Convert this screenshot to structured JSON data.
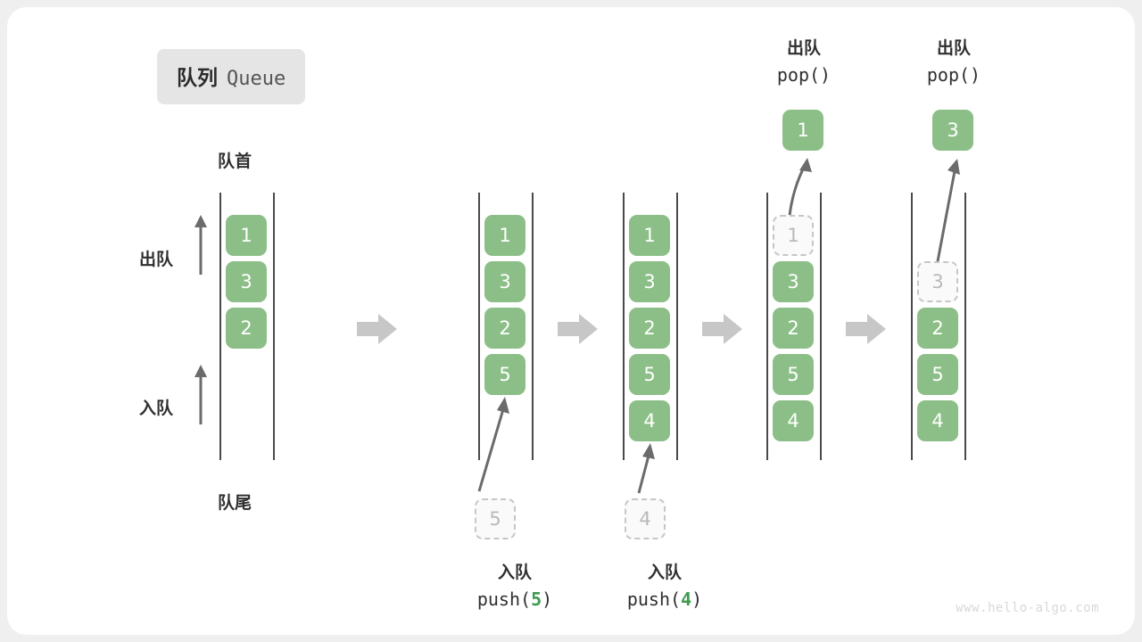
{
  "title": {
    "cn": "队列",
    "en": "Queue"
  },
  "labels": {
    "head": "队首",
    "tail": "队尾",
    "dequeue": "出队",
    "enqueue": "入队"
  },
  "colors": {
    "cell_fill": "#8cbf87",
    "cell_text": "#ffffff",
    "ghost_border": "#c6c6c6",
    "ghost_text": "#b9b9b9",
    "rail": "#4a4a4a",
    "arrow": "#6b6b6b",
    "step_arrow": "#c7c7c7",
    "badge_bg": "#e5e5e5",
    "accent_green": "#3e9a4e",
    "page_bg": "#efefef",
    "card_bg": "#ffffff"
  },
  "panels": [
    {
      "id": "panel-initial",
      "caption_cn": "",
      "caption_fn": "",
      "cells": [
        {
          "value": "1",
          "state": "solid"
        },
        {
          "value": "3",
          "state": "solid"
        },
        {
          "value": "2",
          "state": "solid"
        }
      ]
    },
    {
      "id": "panel-push-5",
      "caption_cn": "入队",
      "caption_fn_prefix": "push(",
      "caption_fn_num": "5",
      "caption_fn_suffix": ")",
      "ghost_below": "5",
      "cells": [
        {
          "value": "1",
          "state": "solid"
        },
        {
          "value": "3",
          "state": "solid"
        },
        {
          "value": "2",
          "state": "solid"
        },
        {
          "value": "5",
          "state": "solid"
        }
      ]
    },
    {
      "id": "panel-push-4",
      "caption_cn": "入队",
      "caption_fn_prefix": "push(",
      "caption_fn_num": "4",
      "caption_fn_suffix": ")",
      "ghost_below": "4",
      "cells": [
        {
          "value": "1",
          "state": "solid"
        },
        {
          "value": "3",
          "state": "solid"
        },
        {
          "value": "2",
          "state": "solid"
        },
        {
          "value": "5",
          "state": "solid"
        },
        {
          "value": "4",
          "state": "solid"
        }
      ]
    },
    {
      "id": "panel-pop-1",
      "caption_cn": "出队",
      "caption_fn": "pop()",
      "popped": "1",
      "cells": [
        {
          "value": "1",
          "state": "ghost"
        },
        {
          "value": "3",
          "state": "solid"
        },
        {
          "value": "2",
          "state": "solid"
        },
        {
          "value": "5",
          "state": "solid"
        },
        {
          "value": "4",
          "state": "solid"
        }
      ]
    },
    {
      "id": "panel-pop-3",
      "caption_cn": "出队",
      "caption_fn": "pop()",
      "popped": "3",
      "cells": [
        {
          "value": "",
          "state": "empty"
        },
        {
          "value": "3",
          "state": "ghost"
        },
        {
          "value": "2",
          "state": "solid"
        },
        {
          "value": "5",
          "state": "solid"
        },
        {
          "value": "4",
          "state": "solid"
        }
      ]
    }
  ],
  "watermark": "www.hello-algo.com"
}
